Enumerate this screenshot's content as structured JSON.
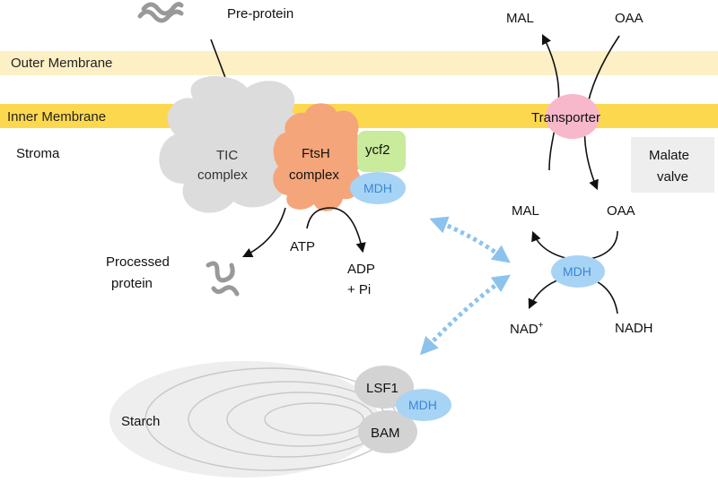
{
  "membranes": {
    "outer": "Outer Membrane",
    "inner": "Inner Membrane"
  },
  "regions": {
    "stroma": "Stroma"
  },
  "import": {
    "pre_protein": "Pre-protein",
    "tic_line1": "TIC",
    "tic_line2": "complex",
    "ftsh_line1": "FtsH",
    "ftsh_line2": "complex",
    "ycf2": "ycf2",
    "mdh": "MDH",
    "atp": "ATP",
    "adp": "ADP",
    "pi": "+ Pi",
    "processed_line1": "Processed",
    "processed_line2": "protein"
  },
  "malate_valve": {
    "mal_top": "MAL",
    "oaa_top": "OAA",
    "transporter": "Transporter",
    "label_line1": "Malate",
    "label_line2": "valve",
    "mal_bottom": "MAL",
    "oaa_bottom": "OAA",
    "mdh": "MDH",
    "nad": "NAD",
    "nad_sup": "+",
    "nadh": "NADH"
  },
  "starch": {
    "label": "Starch",
    "lsf1": "LSF1",
    "mdh": "MDH",
    "bam": "BAM"
  },
  "colors": {
    "outer_membrane": "#fdf0c4",
    "inner_membrane": "#fcd84f",
    "tic": "#dcdcdc",
    "ftsh": "#f5a57a",
    "ycf2": "#c8eb9c",
    "mdh": "#a7d4f5",
    "transporter": "#f7b8cc",
    "starch_shadow": "#eeeeee",
    "blue_arrow": "#8cc3ec"
  }
}
